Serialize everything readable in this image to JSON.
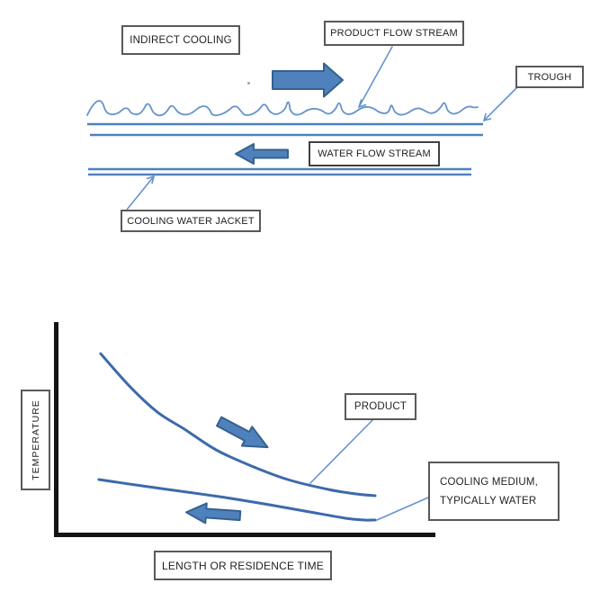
{
  "figure": {
    "title": "INDIRECT COOLING",
    "top_diagram": {
      "labels": {
        "product_flow": "PRODUCT FLOW STREAM",
        "trough": "TROUGH",
        "water_flow": "WATER FLOW STREAM",
        "jacket": "COOLING WATER JACKET"
      },
      "flow_directions": {
        "product": "left-to-right",
        "water": "right-to-left"
      }
    }
  },
  "chart_data": {
    "type": "line",
    "title": "",
    "xlabel": "LENGTH OR RESIDENCE TIME",
    "ylabel": "TEMPERATURE",
    "axes_numeric": false,
    "grid": false,
    "legend": "none",
    "xlim_fraction": [
      0,
      1
    ],
    "ylim_fraction": [
      0,
      1
    ],
    "annotations": [
      {
        "label": "PRODUCT",
        "points_to": "upper descending curve"
      },
      {
        "label": "COOLING MEDIUM,",
        "label2": "TYPICALLY WATER",
        "points_to": "lower gently descending curve"
      }
    ],
    "series": [
      {
        "name": "PRODUCT",
        "direction": "left-to-right",
        "points": [
          [
            0.123,
            0.85
          ],
          [
            0.201,
            0.692
          ],
          [
            0.272,
            0.573
          ],
          [
            0.344,
            0.491
          ],
          [
            0.427,
            0.393
          ],
          [
            0.521,
            0.316
          ],
          [
            0.616,
            0.252
          ],
          [
            0.723,
            0.205
          ],
          [
            0.794,
            0.184
          ],
          [
            0.846,
            0.175
          ]
        ]
      },
      {
        "name": "COOLING MEDIUM, TYPICALLY WATER",
        "direction": "right-to-left",
        "points": [
          [
            0.118,
            0.252
          ],
          [
            0.213,
            0.227
          ],
          [
            0.332,
            0.197
          ],
          [
            0.45,
            0.167
          ],
          [
            0.569,
            0.132
          ],
          [
            0.675,
            0.098
          ],
          [
            0.77,
            0.068
          ],
          [
            0.818,
            0.06
          ],
          [
            0.846,
            0.06
          ]
        ]
      }
    ]
  },
  "colors": {
    "arrow_fill": "#4f81bd",
    "arrow_border": "#35618f",
    "pipe_line": "#4f81bd",
    "sketch_line": "#6593cd",
    "curve": "#3c6aab",
    "axis": "#141414",
    "box_border": "#595959",
    "text": "#1f1f1f"
  }
}
